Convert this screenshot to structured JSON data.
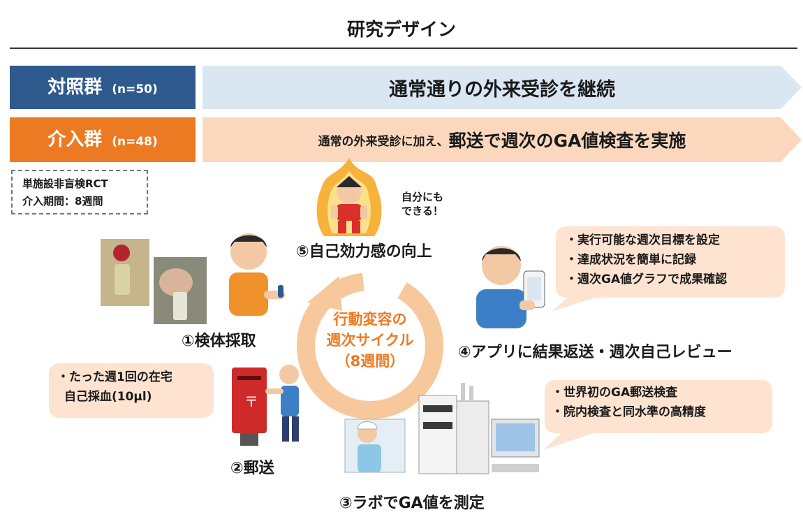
{
  "title": "研究デザイン",
  "control_group": {
    "name": "対照群",
    "n": "(n=50)",
    "description": "通常通りの外来受診を継続"
  },
  "intervention_group": {
    "name": "介入群",
    "n": "(n=48)",
    "description_prefix": "通常の外来受診に加え、",
    "description_main": "郵送で週次のGA値検査を実施"
  },
  "study_info": {
    "line1": "単施設非盲検RCT",
    "line2": "介入期間：8週間"
  },
  "cycle": {
    "line1": "行動変容の",
    "line2": "週次サイクル",
    "line3": "（8週間）"
  },
  "steps": {
    "step1": "①検体採取",
    "step2": "②郵送",
    "step3": "③ラボでGA値を測定",
    "step4": "④アプリに結果返送・週次自己レビュー",
    "step5": "⑤自己効力感の向上"
  },
  "self_talk": {
    "line1": "自分にも",
    "line2": "できる！"
  },
  "callout_sampling": {
    "line1": "・たった週1回の在宅",
    "line2": "自己採血(10μl)"
  },
  "callout_app": [
    "・実行可能な週次目標を設定",
    "・達成状況を簡単に記録",
    "・週次GA値グラフで成果確認"
  ],
  "callout_lab": [
    "・世界初のGA郵送検査",
    "・院内検査と同水準の高精度"
  ],
  "colors": {
    "control": "#2e5a8e",
    "intervention": "#ec7a22",
    "control_banner": "#dbe6f3",
    "intervention_banner": "#fbd8bd",
    "callout": "#fde3d0",
    "cycle": "#f7c89b"
  }
}
